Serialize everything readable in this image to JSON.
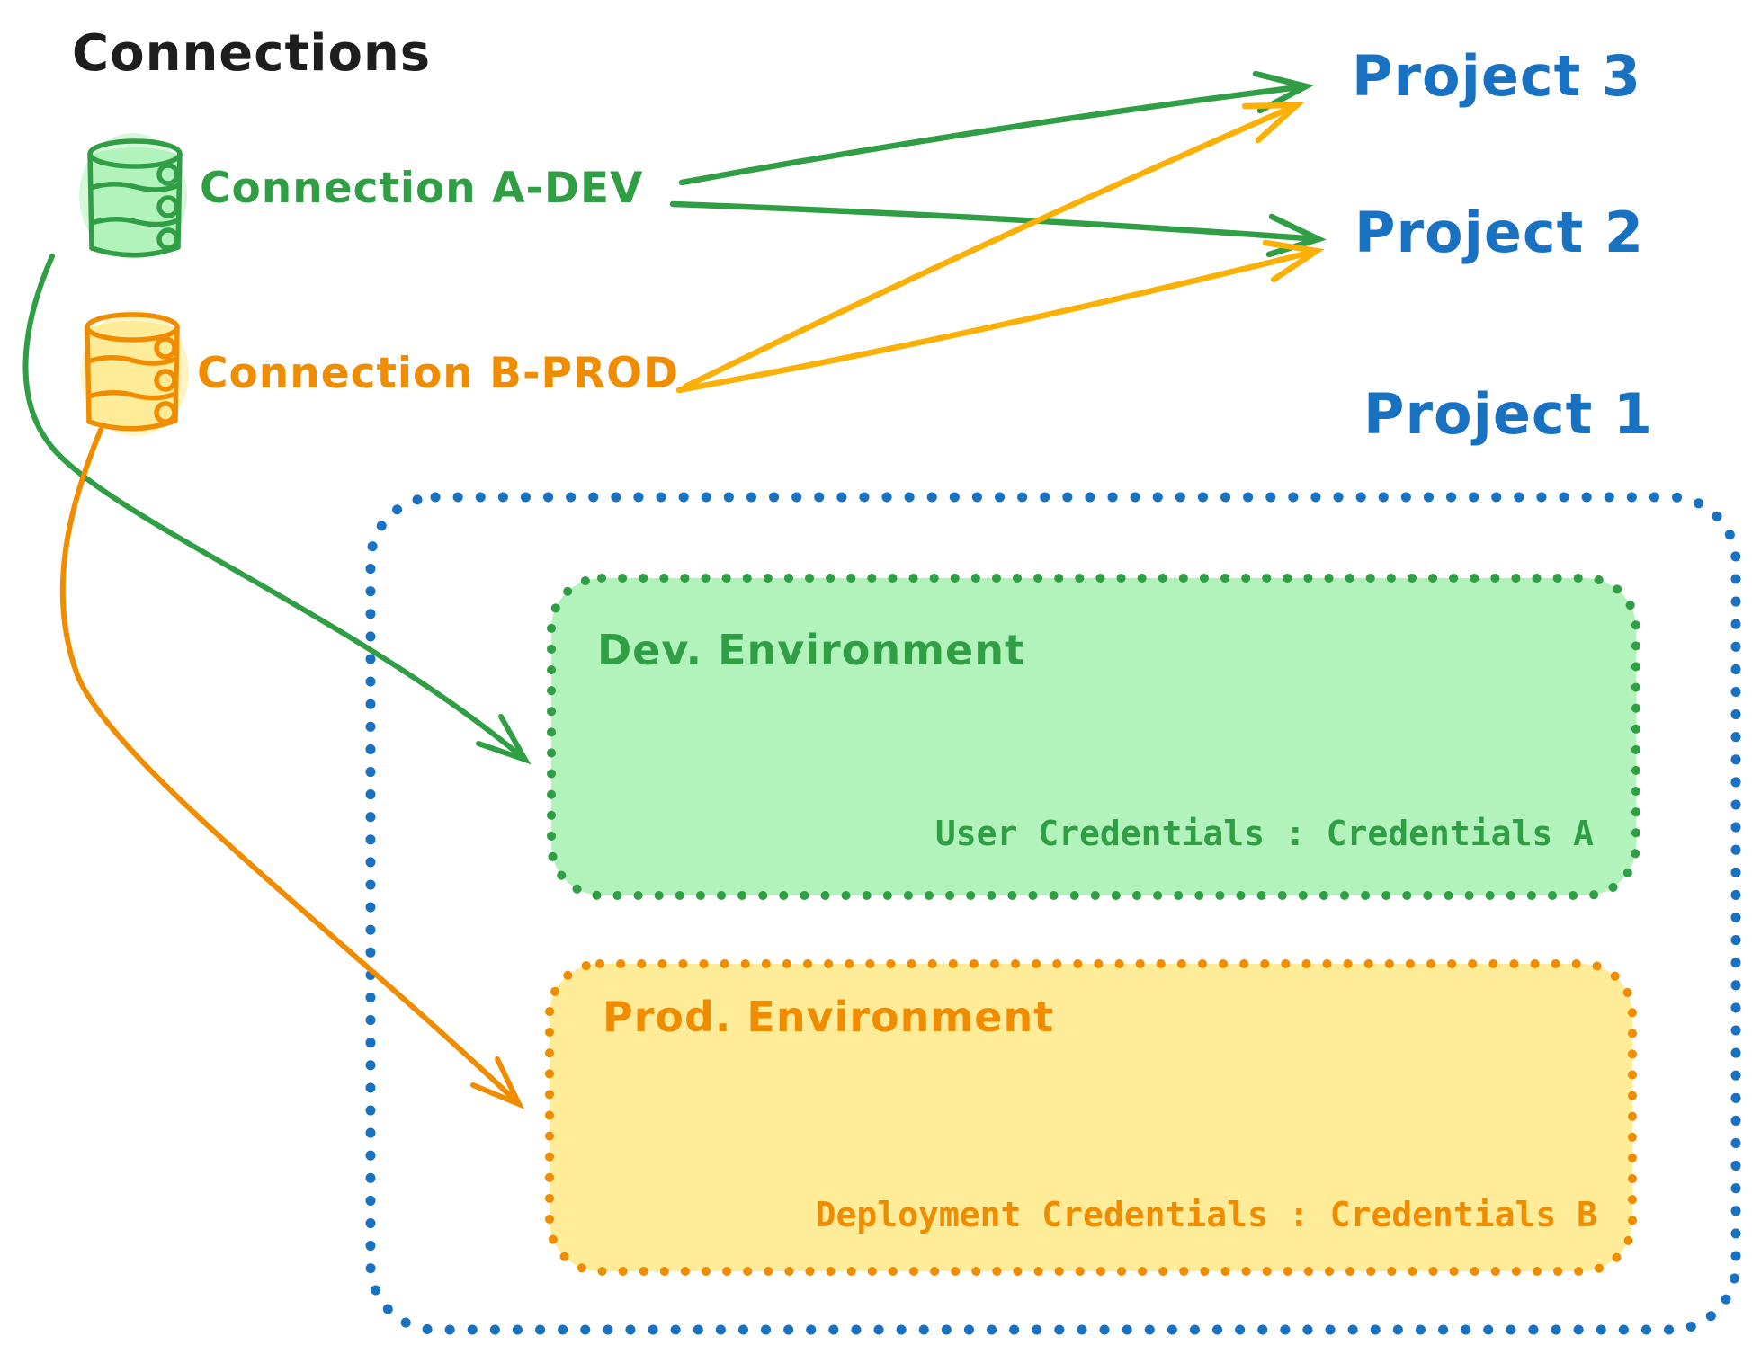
{
  "title": "Connections",
  "connections": {
    "a_dev": {
      "label": "Connection A-DEV",
      "color": "#2f9e44",
      "icon": "database-icon"
    },
    "b_prod": {
      "label": "Connection B-PROD",
      "color": "#f08c00",
      "icon": "database-icon"
    }
  },
  "projects": {
    "p3": {
      "label": "Project 3"
    },
    "p2": {
      "label": "Project 2"
    },
    "p1": {
      "label": "Project 1"
    }
  },
  "project1": {
    "dev_env": {
      "title": "Dev. Environment",
      "credentials": "User Credentials : Credentials A"
    },
    "prod_env": {
      "title": "Prod. Environment",
      "credentials": "Deployment Credentials : Credentials B"
    }
  },
  "arrows": [
    {
      "from": "Connection A-DEV",
      "to": "Project 3",
      "color": "#2f9e44"
    },
    {
      "from": "Connection A-DEV",
      "to": "Project 2",
      "color": "#2f9e44"
    },
    {
      "from": "Connection B-PROD",
      "to": "Project 3",
      "color": "#fab005"
    },
    {
      "from": "Connection B-PROD",
      "to": "Project 2",
      "color": "#fab005"
    },
    {
      "from": "Connection A-DEV",
      "to": "Dev. Environment",
      "color": "#2f9e44"
    },
    {
      "from": "Connection B-PROD",
      "to": "Prod. Environment",
      "color": "#f08c00"
    }
  ],
  "colors": {
    "title_text": "#1e1e1e",
    "green_stroke": "#2f9e44",
    "green_fill": "#b2f2bb",
    "orange_stroke": "#f08c00",
    "orange_arrow": "#fab005",
    "orange_fill": "#ffec99",
    "blue_stroke": "#1971c2",
    "background": "#ffffff"
  }
}
